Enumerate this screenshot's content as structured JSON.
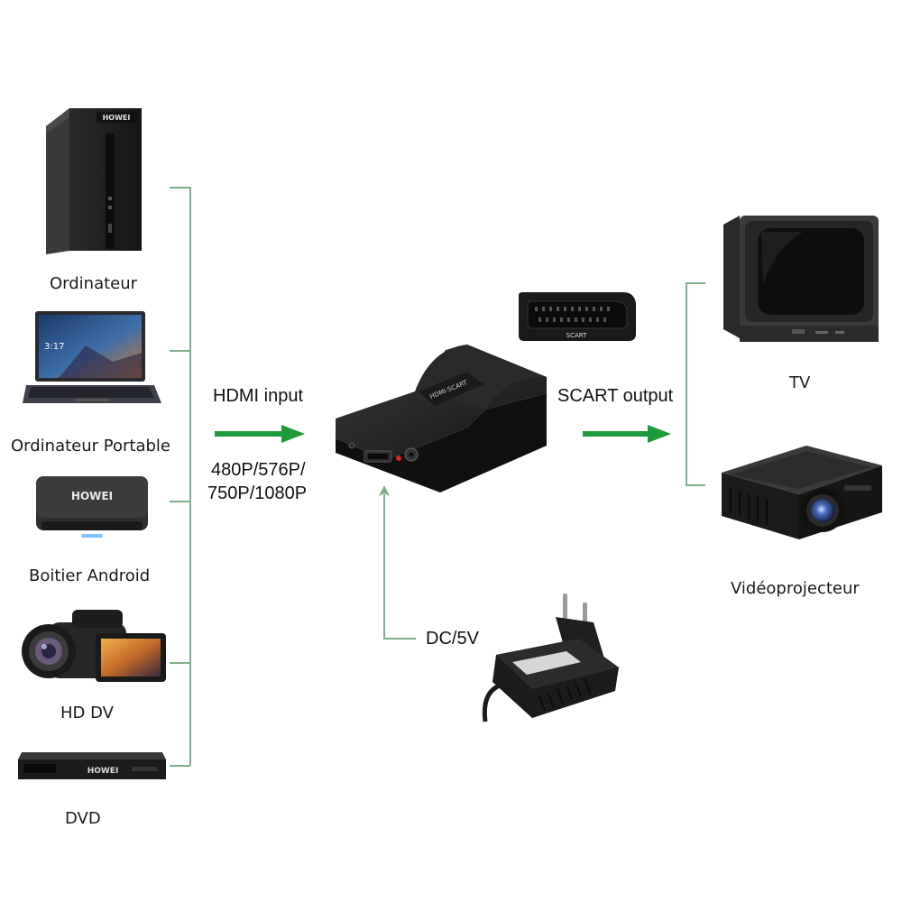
{
  "sources": [
    {
      "label": "Ordinateur",
      "icon": "desktop-tower-icon"
    },
    {
      "label": "Ordinateur Portable",
      "icon": "laptop-icon"
    },
    {
      "label": "Boitier Android",
      "icon": "android-box-icon"
    },
    {
      "label": "HD DV",
      "icon": "camcorder-icon"
    },
    {
      "label": "DVD",
      "icon": "dvd-player-icon"
    }
  ],
  "input": {
    "label": "HDMI input",
    "resolutions_line1": "480P/576P/",
    "resolutions_line2": "750P/1080P"
  },
  "output": {
    "label": "SCART output",
    "scart_connector_label": "SCART"
  },
  "power": {
    "label": "DC/5V",
    "icon": "power-adapter-icon"
  },
  "destinations": [
    {
      "label": "TV",
      "icon": "crt-tv-icon"
    },
    {
      "label": "Vidéoprojecteur",
      "icon": "projector-icon"
    }
  ],
  "brand": "HOWEI",
  "converter_name": "HDMI-SCART",
  "colors": {
    "connector_line": "#7fb08a",
    "arrow": "#1f9a3a",
    "device": "#1c1c1c"
  }
}
